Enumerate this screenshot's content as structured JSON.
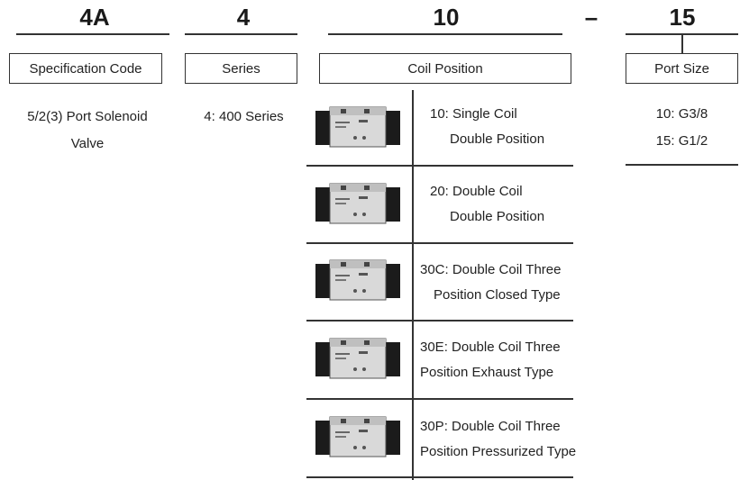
{
  "codes": [
    {
      "text": "4A"
    },
    {
      "text": "4"
    },
    {
      "text": "10"
    },
    {
      "text": "–"
    },
    {
      "text": "15"
    }
  ],
  "labels": {
    "spec": "Specification Code",
    "series": "Series",
    "coil": "Coil Position",
    "port": "Port Size"
  },
  "spec_desc": {
    "line1": "5/2(3) Port Solenoid",
    "line2": "Valve"
  },
  "series_desc": "4: 400 Series",
  "coil_rows": [
    {
      "line1": "10: Single Coil",
      "line2": "Double Position"
    },
    {
      "line1": "20: Double Coil",
      "line2": "Double Position"
    },
    {
      "line1": "30C: Double Coil Three",
      "line2": "Position Closed Type"
    },
    {
      "line1": "30E: Double Coil Three",
      "line2": "Position Exhaust Type"
    },
    {
      "line1": "30P: Double Coil Three",
      "line2": "Position Pressurized Type"
    }
  ],
  "port_sizes": [
    {
      "text": "10: G3/8"
    },
    {
      "text": "15: G1/2"
    }
  ]
}
